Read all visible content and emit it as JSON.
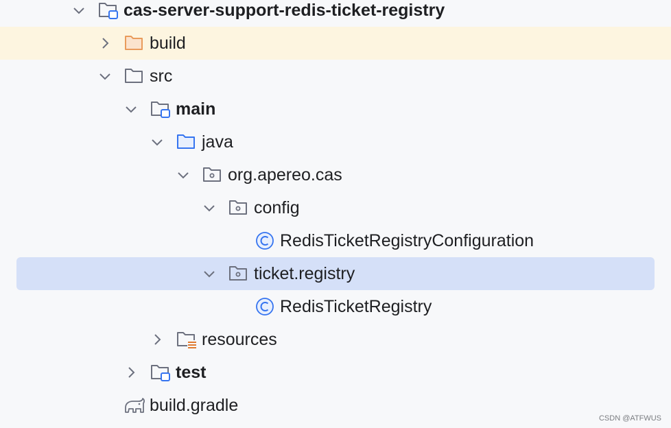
{
  "tree": {
    "module": "cas-server-support-redis-ticket-registry",
    "build": "build",
    "src": "src",
    "main": "main",
    "java": "java",
    "package": "org.apereo.cas",
    "config": "config",
    "config_class": "RedisTicketRegistryConfiguration",
    "ticket_registry": "ticket.registry",
    "registry_class": "RedisTicketRegistry",
    "resources": "resources",
    "test": "test",
    "build_gradle": "build.gradle"
  },
  "colors": {
    "highlight_row": "#fdf5e0",
    "selected_row": "#d5e0f8",
    "folder_gray": "#6c707e",
    "folder_orange": "#e99b5b",
    "folder_blue": "#3574f0",
    "resources_orange": "#e07a2e"
  },
  "watermark": "CSDN @ATFWUS"
}
